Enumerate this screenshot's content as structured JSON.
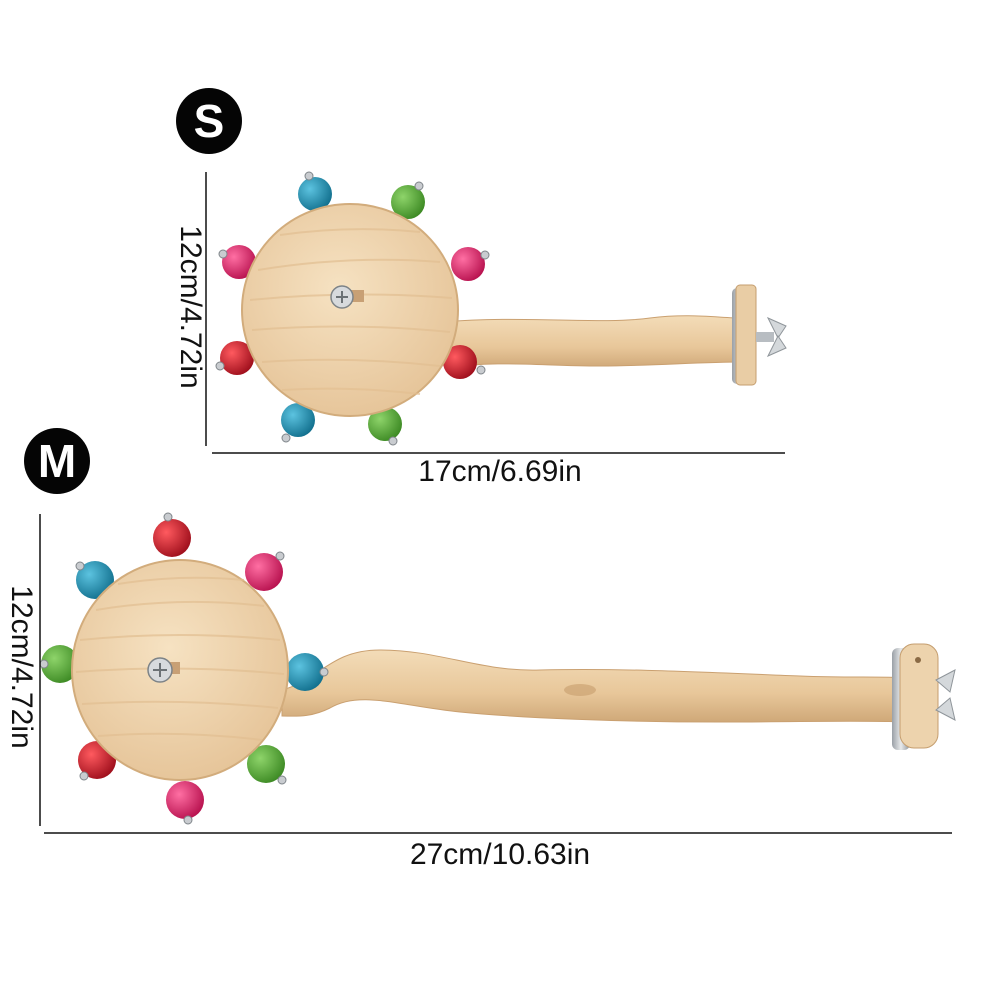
{
  "sizes": {
    "small": {
      "badge": "S",
      "height_label": "12cm/4.72in",
      "width_label": "17cm/6.69in"
    },
    "medium": {
      "badge": "M",
      "height_label": "12cm/4.72in",
      "width_label": "27cm/10.63in"
    }
  },
  "colors": {
    "wood_light": "#f1d9b3",
    "wood_dark": "#d9b58a",
    "bead_blue": "#1f8fb0",
    "bead_green": "#5aa83a",
    "bead_pink": "#e0306f",
    "bead_red": "#cc1f2e",
    "badge_bg": "#050505"
  }
}
